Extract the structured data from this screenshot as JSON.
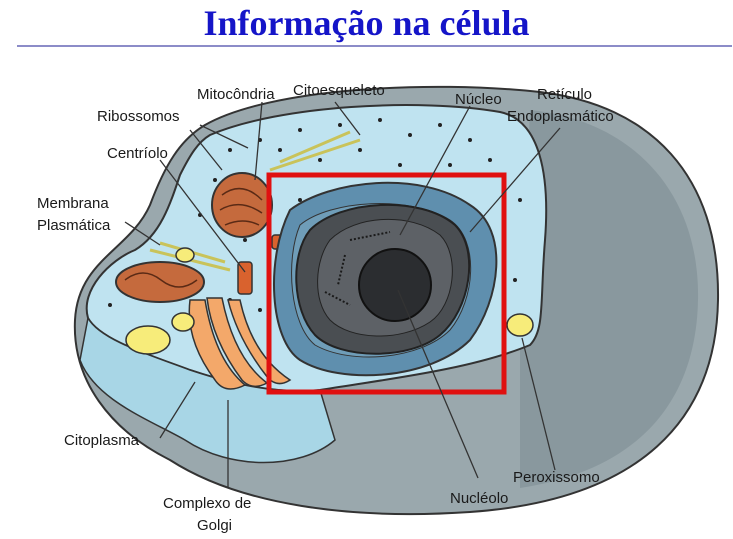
{
  "title": "Informação na célula",
  "labels": {
    "mitocondria": "Mitocôndria",
    "citoesqueleto": "Citoesqueleto",
    "nucleo": "Núcleo",
    "reticulo_1": "Retículo",
    "reticulo_2": "Endoplasmático",
    "ribossomos": "Ribossomos",
    "centriolo": "Centríolo",
    "membrana_1": "Membrana",
    "membrana_2": "Plasmática",
    "citoplasma": "Citoplasma",
    "golgi_1": "Complexo de",
    "golgi_2": "Golgi",
    "nucleolo": "Nucléolo",
    "peroxissomo": "Peroxissomo"
  },
  "colors": {
    "title": "#1515c8",
    "highlight_box": "#e01010",
    "cytoplasm": "#bfe3f0",
    "cell_shell": "#8f9ea4",
    "nucleus_envelope": "#4a4e52",
    "nucleolus": "#2b2d30",
    "mitochondria": "#c56a3d",
    "golgi": "#f3a86a",
    "vesicles": "#f7ec7a"
  }
}
